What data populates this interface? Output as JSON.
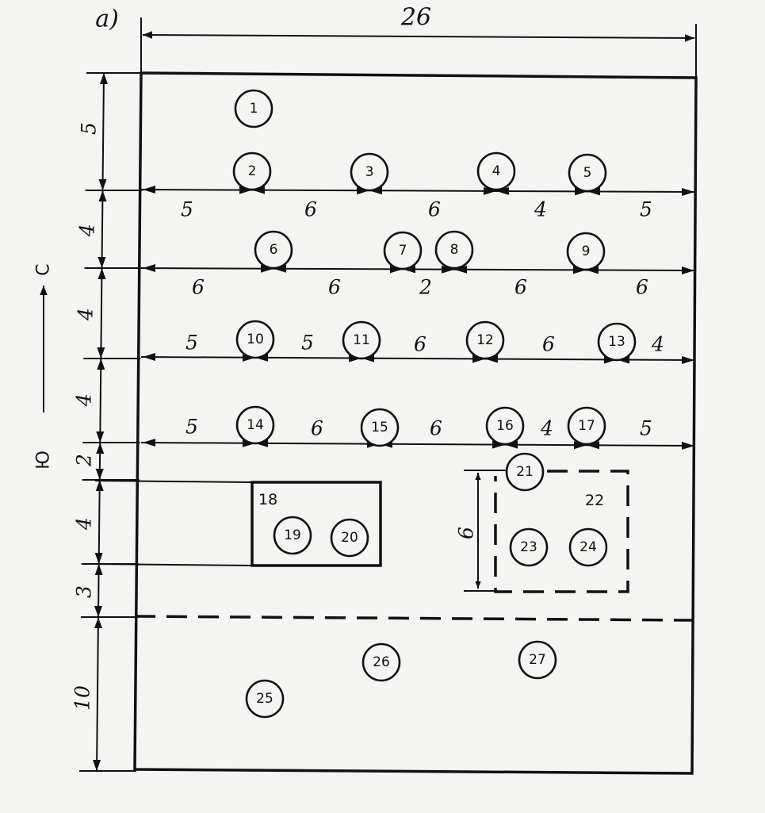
{
  "figure_label": "а)",
  "overall_width": "26",
  "north_label": "С",
  "south_label": "Ю",
  "left_dimensions": [
    "5",
    "4",
    "4",
    "4",
    "2",
    "4",
    "3",
    "10"
  ],
  "rows": [
    {
      "label": "row-2",
      "dims": [
        "5",
        "6",
        "6",
        "4",
        "5"
      ]
    },
    {
      "label": "row-3",
      "dims": [
        "6",
        "6",
        "2",
        "6",
        "6"
      ]
    },
    {
      "label": "row-4",
      "dims": [
        "5",
        "5",
        "6",
        "6",
        "4"
      ]
    },
    {
      "label": "row-5",
      "dims": [
        "5",
        "6",
        "6",
        "4",
        "5"
      ]
    }
  ],
  "block_18_label": "18",
  "block_22_label": "22",
  "block_22_height": "6",
  "circles": [
    "1",
    "2",
    "3",
    "4",
    "5",
    "6",
    "7",
    "8",
    "9",
    "10",
    "11",
    "12",
    "13",
    "14",
    "15",
    "16",
    "17",
    "19",
    "20",
    "21",
    "23",
    "24",
    "25",
    "26",
    "27"
  ]
}
